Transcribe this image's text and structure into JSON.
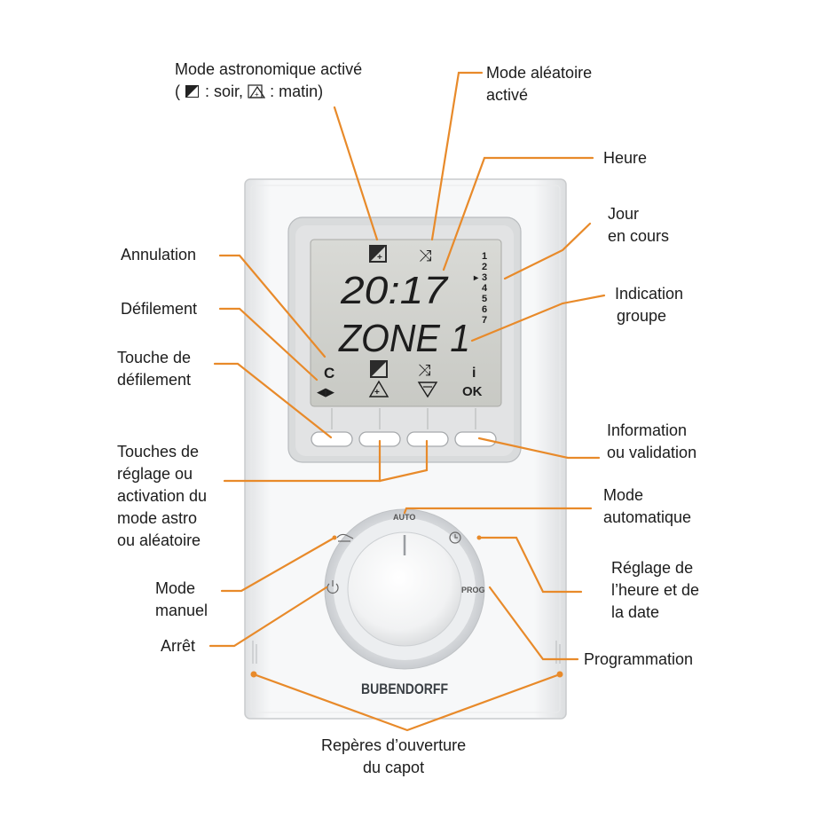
{
  "colors": {
    "leader": "#e88a2a",
    "device_body": "#f4f5f6",
    "lcd_bg": "#cfd0cb",
    "lcd_text": "#1d1d1d",
    "button": "#ffffff"
  },
  "callouts": {
    "astro_mode": {
      "line1": "Mode astronomique activé",
      "line2_prefix": "(",
      "line2_soir": ": soir,",
      "line2_matin": ": matin)"
    },
    "random_mode": {
      "line1": "Mode aléatoire",
      "line2": "activé"
    },
    "time": {
      "line1": "Heure"
    },
    "current_day": {
      "line1": "Jour",
      "line2": "en cours"
    },
    "group_indication": {
      "line1": "Indication",
      "line2": "groupe"
    },
    "cancel": {
      "line1": "Annulation"
    },
    "scroll": {
      "line1": "Défilement"
    },
    "scroll_key": {
      "line1": "Touche de",
      "line2": "défilement"
    },
    "adjust_keys": {
      "line1": "Touches de",
      "line2": "réglage ou",
      "line3": "activation du",
      "line4": "mode astro",
      "line5": "ou aléatoire"
    },
    "info_validate": {
      "line1": "Information",
      "line2": "ou validation"
    },
    "auto_mode": {
      "line1": "Mode",
      "line2": "automatique"
    },
    "manual_mode": {
      "line1": "Mode",
      "line2": "manuel"
    },
    "time_date_setting": {
      "line1": "Réglage de",
      "line2": "l’heure et de",
      "line3": "la date"
    },
    "off": {
      "line1": "Arrêt"
    },
    "programming": {
      "line1": "Programmation"
    },
    "cover_marks": {
      "line1": "Repères d’ouverture",
      "line2": "du capot"
    }
  },
  "lcd": {
    "time": "20:17",
    "zone": "ZONE 1",
    "days": [
      "1",
      "2",
      "3",
      "4",
      "5",
      "6",
      "7"
    ],
    "current_day_marker": "▸",
    "key_c": "C",
    "key_scroll": "◀▶",
    "key_info": "i",
    "key_ok": "OK"
  },
  "dial": {
    "auto_label": "AUTO",
    "prog_label": "PROG"
  },
  "brand": "BUBENDORFF"
}
